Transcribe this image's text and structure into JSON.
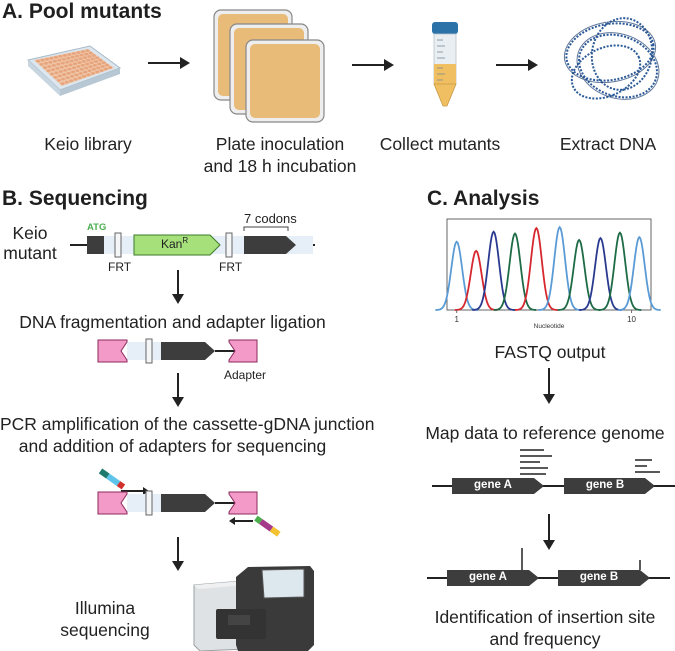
{
  "sections": {
    "a": {
      "title": "A. Pool mutants",
      "steps": [
        {
          "icon": "well-plate-icon",
          "label_lines": [
            "Keio library"
          ]
        },
        {
          "icon": "agar-plates-icon",
          "label_lines": [
            "Plate inoculation",
            "and 18 h incubation"
          ]
        },
        {
          "icon": "conical-tube-icon",
          "label_lines": [
            "Collect mutants"
          ]
        },
        {
          "icon": "dna-coil-icon",
          "label_lines": [
            "Extract DNA"
          ]
        }
      ]
    },
    "b": {
      "title": "B. Sequencing",
      "mutant_label_lines": [
        "Keio",
        "mutant"
      ],
      "atg_label": "ATG",
      "kan_label": "Kan",
      "kan_superscript": "R",
      "frt_label": "FRT",
      "codons_label": "7 codons",
      "step1": "DNA fragmentation and adapter ligation",
      "adapter_label": "Adapter",
      "step2_lines": [
        "PCR amplification of the cassette-gDNA junction",
        "and addition of adapters for sequencing"
      ],
      "sequencer_label_lines": [
        "Illumina",
        "sequencing"
      ]
    },
    "c": {
      "title": "C. Analysis",
      "fastq_label": "FASTQ output",
      "map_label": "Map data to reference genome",
      "gene_a": "gene A",
      "gene_b": "gene B",
      "result_lines": [
        "Identification of insertion site",
        "and frequency"
      ]
    }
  },
  "colors": {
    "pink_adapter": "#f49ac9",
    "kan_green": "#a6e07a",
    "gene_dark": "#3d3d3d",
    "atg_green": "#4caf50",
    "light_blue_segment": "#e6eef7"
  },
  "chart_data": {
    "type": "line",
    "title": "",
    "xlabel": "Nucleotide",
    "ylabel": "",
    "x_ticks": [
      "1",
      "10"
    ],
    "xlim": [
      0.5,
      11
    ],
    "ylim": [
      0,
      1
    ],
    "peaks": [
      {
        "x": 1.0,
        "height": 0.75,
        "color": "light-blue"
      },
      {
        "x": 2.0,
        "height": 0.65,
        "color": "red"
      },
      {
        "x": 2.9,
        "height": 0.86,
        "color": "dark-blue"
      },
      {
        "x": 4.0,
        "height": 0.84,
        "color": "green"
      },
      {
        "x": 5.1,
        "height": 0.9,
        "color": "red"
      },
      {
        "x": 6.3,
        "height": 0.91,
        "color": "light-blue"
      },
      {
        "x": 7.3,
        "height": 0.77,
        "color": "green"
      },
      {
        "x": 8.4,
        "height": 0.79,
        "color": "dark-blue"
      },
      {
        "x": 9.4,
        "height": 0.85,
        "color": "green"
      },
      {
        "x": 10.4,
        "height": 0.8,
        "color": "light-blue"
      }
    ],
    "series_colors": {
      "light-blue": "#5b9bd5",
      "red": "#d6282f",
      "dark-blue": "#2a3a8f",
      "green": "#1e6b45"
    },
    "grid": false,
    "legend": "none"
  }
}
